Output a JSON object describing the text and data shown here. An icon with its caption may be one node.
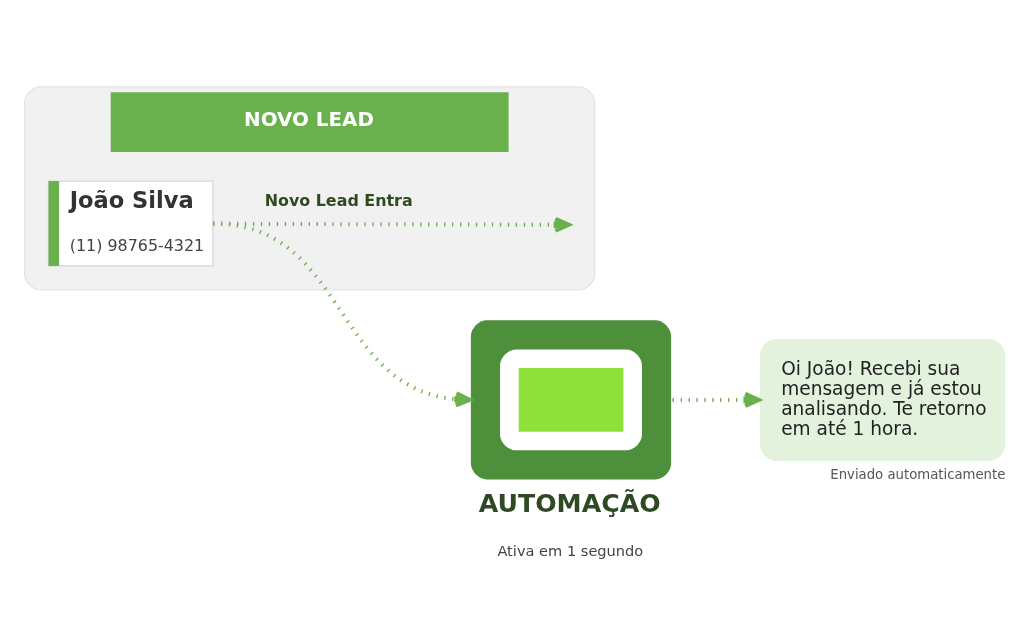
{
  "diagram": {
    "nodes": [
      {
        "text": [
          "NOVO LEAD"
        ]
      },
      {
        "text": [
          "João Silva",
          "(11) 98765-4321"
        ],
        "in": 0
      },
      {
        "text": [
          "AUTOMAÇÃO"
        ]
      },
      {
        "text": [
          "Oi João! Recebi sua mensagem e já estou analisando. Te retorno em até 1 hora."
        ],
        "beside": [
          "Enviado automaticamente"
        ]
      }
    ],
    "edges": [
      {
        "from": 1,
        "to": null,
        "arrow": "to",
        "label": "Novo Lead Entra",
        "style": "dashed"
      },
      {
        "from": 1,
        "to": 2,
        "arrow": "to",
        "style": "dashed"
      },
      {
        "from": 2,
        "to": 3,
        "arrow": "to",
        "style": "dashed"
      }
    ],
    "labels": [
      "Ativa em 1 segundo"
    ]
  }
}
